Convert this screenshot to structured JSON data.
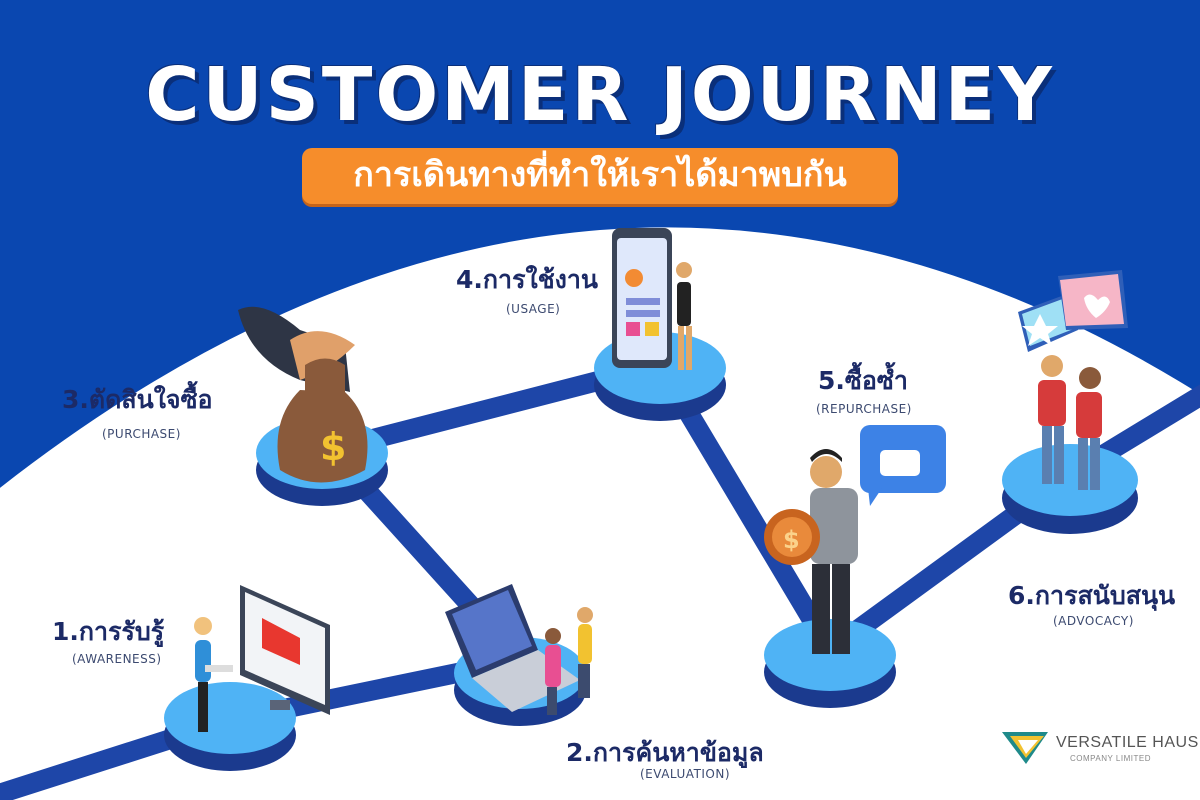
{
  "header": {
    "title": "CUSTOMER JOURNEY",
    "subtitle": "การเดินทางที่ทำให้เราได้มาพบกัน"
  },
  "steps": [
    {
      "label": "1.การรับรู้",
      "sub": "(AWARENESS)"
    },
    {
      "label": "2.การค้นหาข้อมูล",
      "sub": "(EVALUATION)"
    },
    {
      "label": "3.ตัดสินใจซื้อ",
      "sub": "(PURCHASE)"
    },
    {
      "label": "4.การใช้งาน",
      "sub": "(USAGE)"
    },
    {
      "label": "5.ซื้อซ้ำ",
      "sub": "(REPURCHASE)"
    },
    {
      "label": "6.การสนับสนุน",
      "sub": "(ADVOCACY)"
    }
  ],
  "logo": {
    "name": "VERSATILE HAUS",
    "sub": "COMPANY LIMITED"
  },
  "icons": {
    "step1": "advertising-monitor-icon",
    "step2": "laptop-research-icon",
    "step3": "money-bag-icon",
    "step4": "smartphone-app-icon",
    "step5": "thumbs-up-coin-icon",
    "step6": "chat-bubbles-people-icon"
  },
  "colors": {
    "background_blue": "#0a47b0",
    "arc_white": "#ffffff",
    "path_blue": "#1e46a8",
    "platform_top": "#4fb3f5",
    "platform_side": "#1b3a8e",
    "accent_orange": "#f68d2b",
    "text_navy": "#1c2a66"
  }
}
